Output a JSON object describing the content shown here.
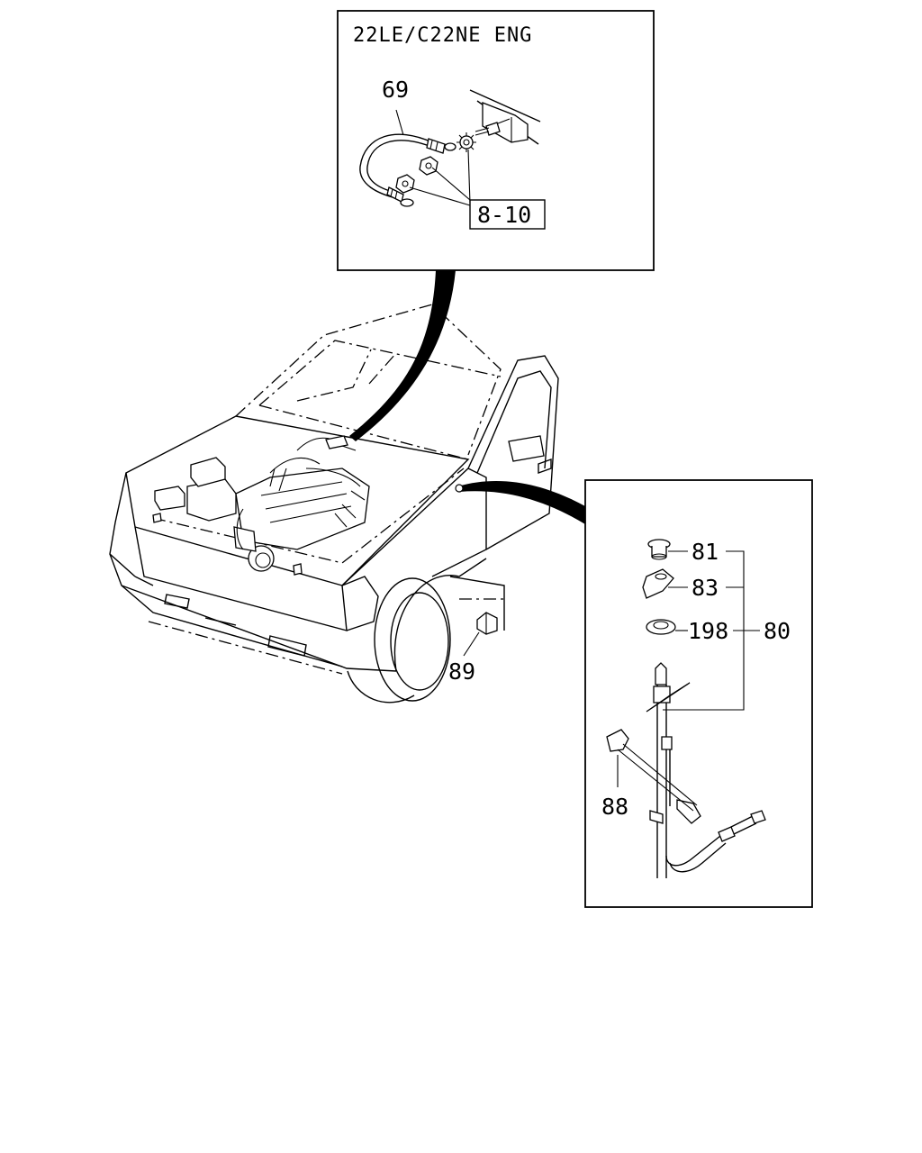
{
  "inset_top": {
    "title": "22LE/C22NE ENG",
    "labels": {
      "cable": "69",
      "nut_washer_group": "8-10"
    }
  },
  "inset_right": {
    "labels": {
      "cap": "81",
      "clip": "83",
      "grommet": "198",
      "assembly": "80",
      "bolt": "88"
    }
  },
  "main": {
    "labels": {
      "connector": "89"
    }
  }
}
